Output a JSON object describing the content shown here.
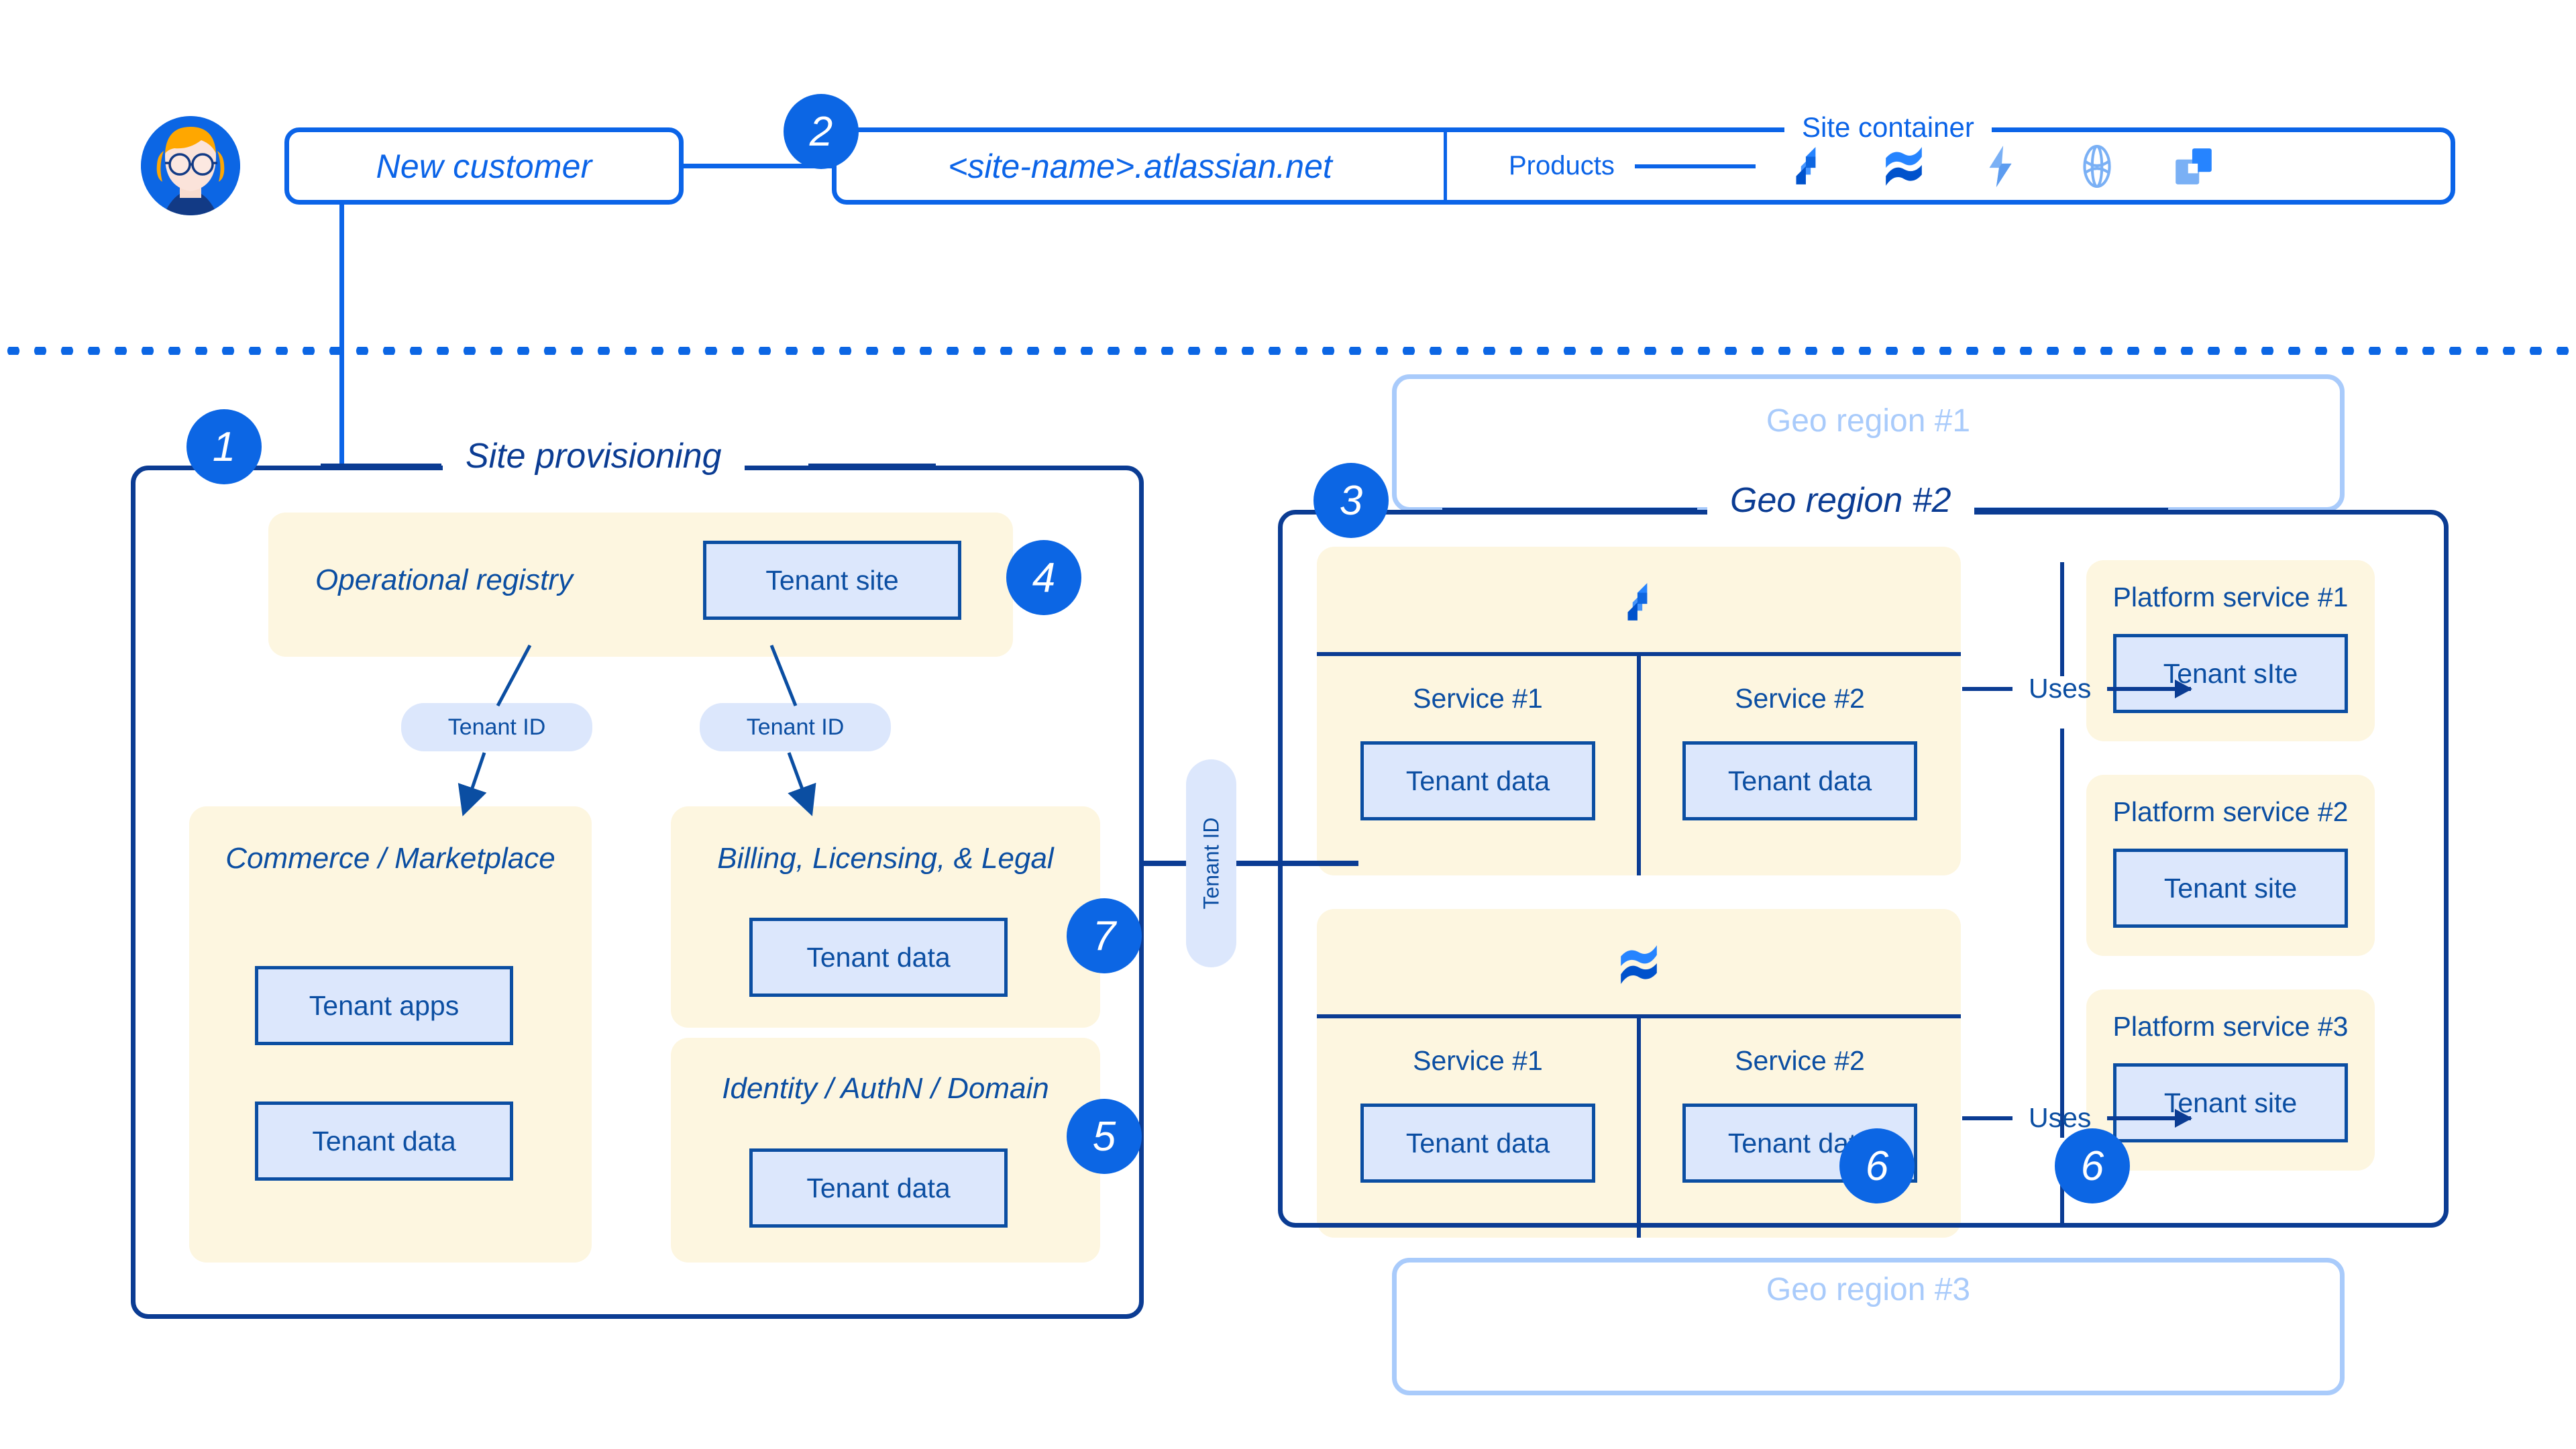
{
  "top": {
    "customer_label": "New customer",
    "site_name": "<site-name>.atlassian.net",
    "site_container_caption": "Site container",
    "products_label": "Products",
    "product_icons": [
      "jira-icon",
      "confluence-icon",
      "jira-service-management-icon",
      "atlas-icon",
      "bitbucket-icon"
    ]
  },
  "provisioning": {
    "title": "Site provisioning",
    "operational_registry": {
      "label": "Operational registry",
      "box": "Tenant site"
    },
    "tokens": [
      "Tenant ID",
      "Tenant ID"
    ],
    "commerce": {
      "title": "Commerce / Marketplace",
      "boxes": [
        "Tenant apps",
        "Tenant data"
      ]
    },
    "billing": {
      "title": "Billing, Licensing, & Legal",
      "boxes": [
        "Tenant data"
      ]
    },
    "identity": {
      "title": "Identity / AuthN / Domain",
      "boxes": [
        "Tenant data"
      ]
    }
  },
  "bridge": {
    "label": "Tenant ID"
  },
  "geo": {
    "region1_label": "Geo region #1",
    "region2_label": "Geo region #2",
    "region3_label": "Geo region #3",
    "product_groups": [
      {
        "icon": "jira-icon",
        "services": [
          {
            "label": "Service #1",
            "box": "Tenant data"
          },
          {
            "label": "Service #2",
            "box": "Tenant data"
          }
        ]
      },
      {
        "icon": "confluence-icon",
        "services": [
          {
            "label": "Service #1",
            "box": "Tenant data"
          },
          {
            "label": "Service #2",
            "box": "Tenant data"
          }
        ]
      }
    ],
    "uses_label_top": "Uses",
    "uses_label_bottom": "Uses",
    "platform_services": [
      {
        "label": "Platform service #1",
        "box": "Tenant sIte"
      },
      {
        "label": "Platform service #2",
        "box": "Tenant site"
      },
      {
        "label": "Platform service #3",
        "box": "Tenant site"
      }
    ]
  },
  "badges": {
    "b1": "1",
    "b2": "2",
    "b3": "3",
    "b4": "4",
    "b5": "5",
    "b6a": "6",
    "b6b": "6",
    "b7": "7"
  },
  "colors": {
    "brand_blue": "#0C66E4",
    "dark_blue": "#0B3C93",
    "text_blue": "#0B4EA2",
    "cream": "#FDF6E0",
    "light_blue": "#DCE7FC",
    "ghost_blue": "#A9CBFB"
  }
}
